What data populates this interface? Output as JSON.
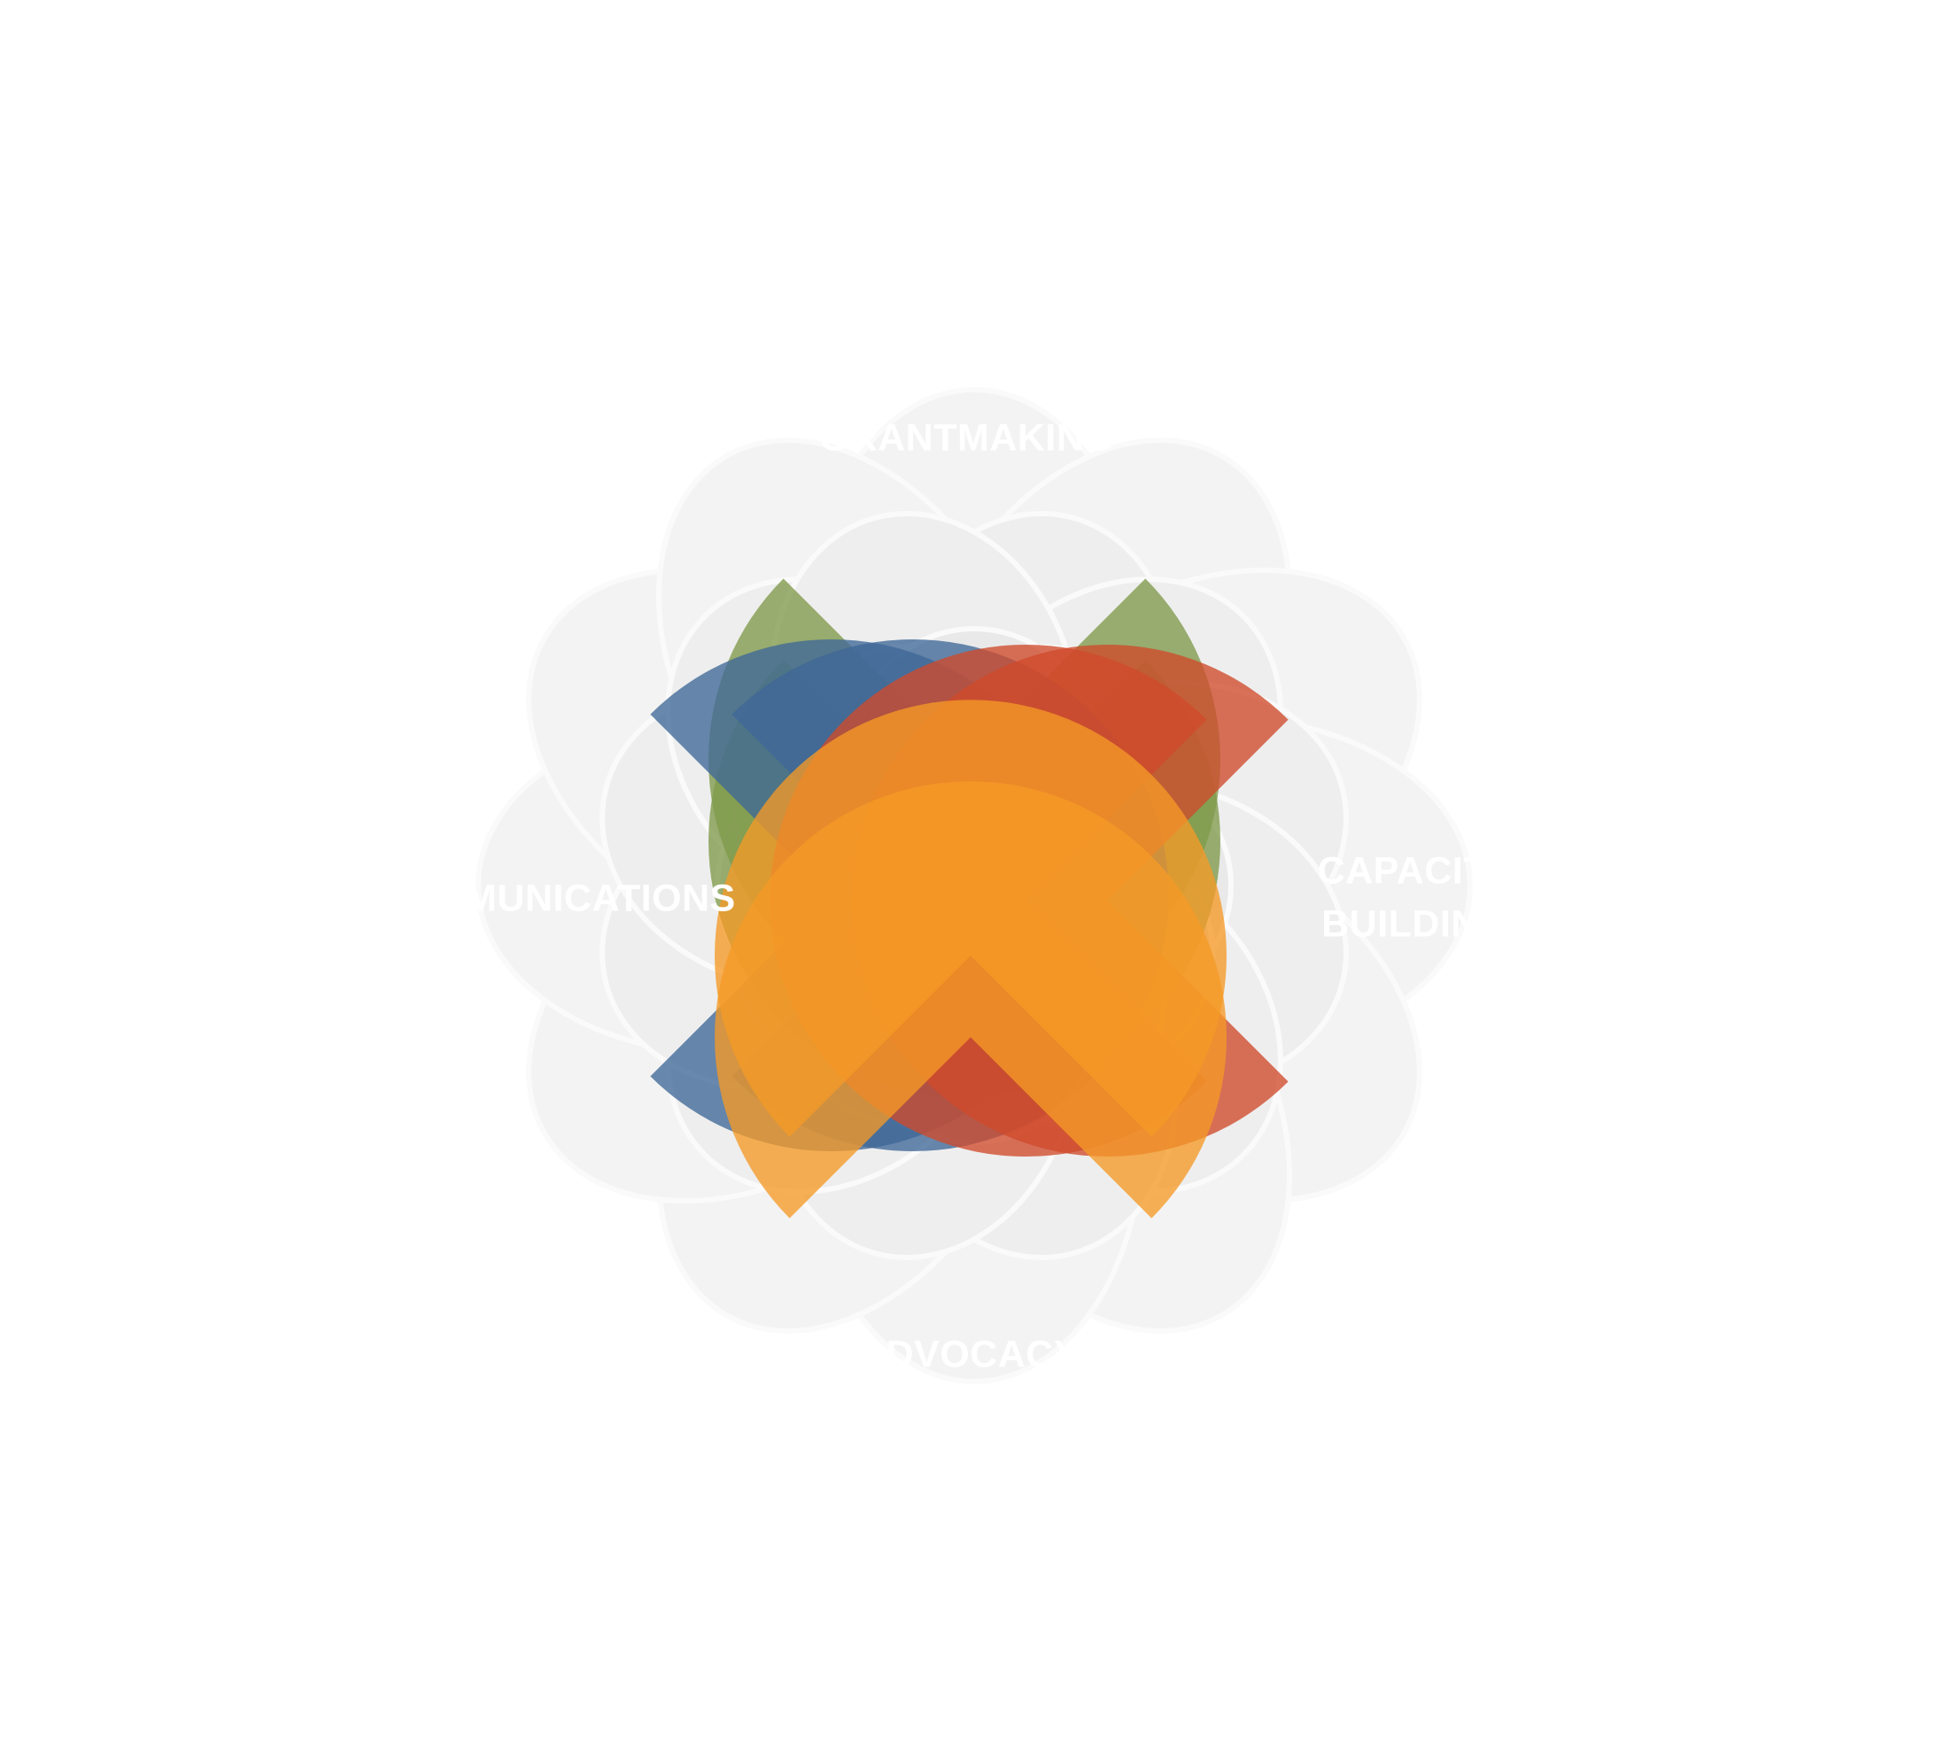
{
  "diagram": {
    "background_icon": "succulent-flower-icon",
    "petals": [
      {
        "id": "grantmaking",
        "label_lines": [
          "GRANTMAKING"
        ],
        "direction": "down",
        "color": "#7f9a4a"
      },
      {
        "id": "communications",
        "label_lines": [
          "COMMUNICATIONS"
        ],
        "direction": "right",
        "color": "#3f6897"
      },
      {
        "id": "capacity-building",
        "label_lines": [
          "CAPACITY",
          "BUILDING"
        ],
        "direction": "left",
        "color": "#cf4a2c"
      },
      {
        "id": "advocacy",
        "label_lines": [
          "ADVOCACY"
        ],
        "direction": "up",
        "color": "#f59a27"
      }
    ]
  }
}
